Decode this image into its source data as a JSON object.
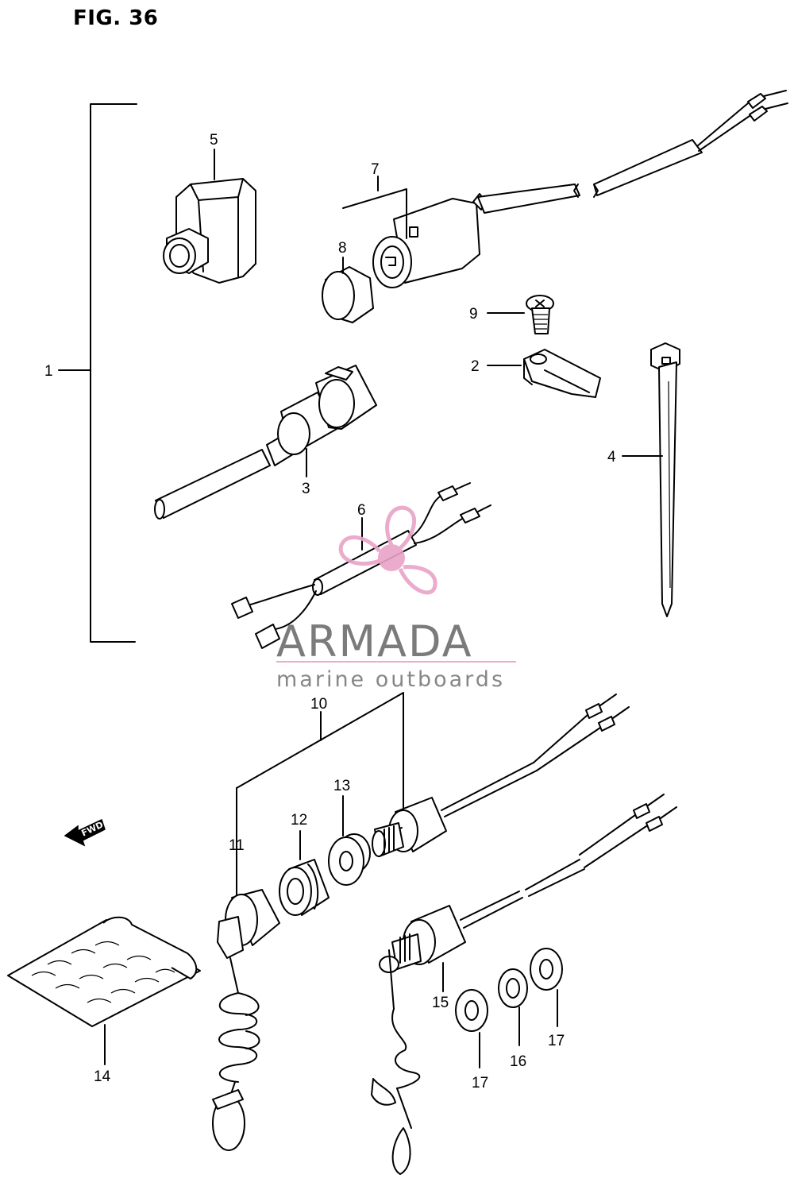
{
  "figure": {
    "title": "FIG. 36"
  },
  "callouts": {
    "c1": "1",
    "c2": "2",
    "c3": "3",
    "c4": "4",
    "c5": "5",
    "c6": "6",
    "c7": "7",
    "c8": "8",
    "c9": "9",
    "c10": "10",
    "c11": "11",
    "c12": "12",
    "c13": "13",
    "c14": "14",
    "c15": "15",
    "c16": "16",
    "c17a": "17",
    "c17b": "17"
  },
  "fwd_arrow": {
    "label": "FWD"
  },
  "watermark": {
    "brand": "ARMADA",
    "tagline": "marine outboards",
    "color": "#e9a3c7"
  }
}
